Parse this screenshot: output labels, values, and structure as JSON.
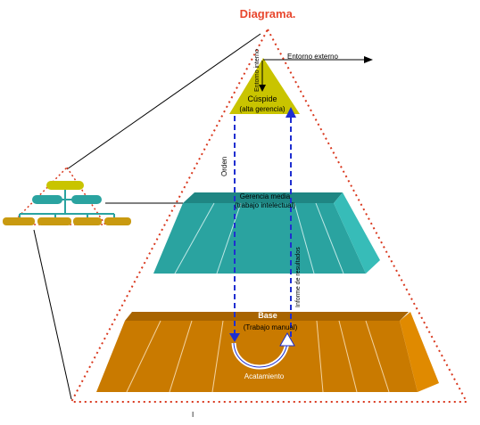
{
  "title": "Diagrama.",
  "labels": {
    "entorno_interno": "Entorno interno",
    "entorno_externo": "Entorno externo",
    "cuspide": "Cúspide",
    "alta_gerencia": "(alta gerencia)",
    "orden": "Orden",
    "gerencia_media": "Gerencia media",
    "trabajo_intelectual": "(trabajo intelectual)",
    "informe_resultados": "Informe de resultados",
    "base": "Base",
    "trabajo_manual": "(Trabajo manual)",
    "acatamiento": "Acatamiento",
    "footer_mark": "I"
  },
  "colors": {
    "title": "#e8472e",
    "outline_dots": "#d9381e",
    "top_level": "#c9c400",
    "middle_level": "#2aa3a0",
    "middle_side": "#37bcb8",
    "base_level": "#c97a00",
    "base_side": "#e08a00",
    "arrows": "#1f2fd0"
  }
}
